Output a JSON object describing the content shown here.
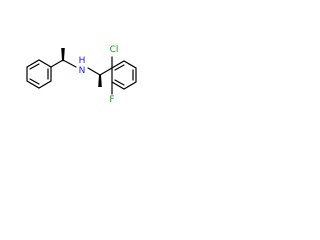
{
  "molecule": {
    "atoms": {
      "nitrogen": "N",
      "hydrogen": "H",
      "chlorine": "Cl",
      "fluorine": "F"
    },
    "colors": {
      "bond": "#000000",
      "nitrogen": "#1a1aff",
      "chlorine": "#1a9a1a",
      "fluorine": "#2a8a2a"
    }
  }
}
